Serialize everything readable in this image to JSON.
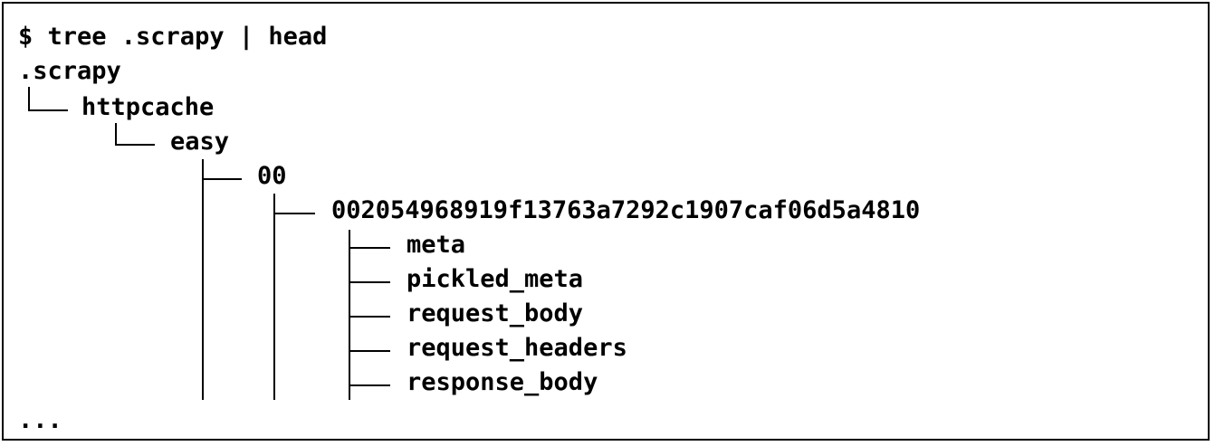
{
  "terminal": {
    "command": "$ tree .scrapy | head",
    "root": ".scrapy",
    "level1": "httpcache",
    "level2": "easy",
    "level3": "00",
    "level4": "002054968919f13763a7292c1907caf06d5a4810",
    "files": [
      "meta",
      "pickled_meta",
      "request_body",
      "request_headers",
      "response_body"
    ],
    "ellipsis": "..."
  }
}
